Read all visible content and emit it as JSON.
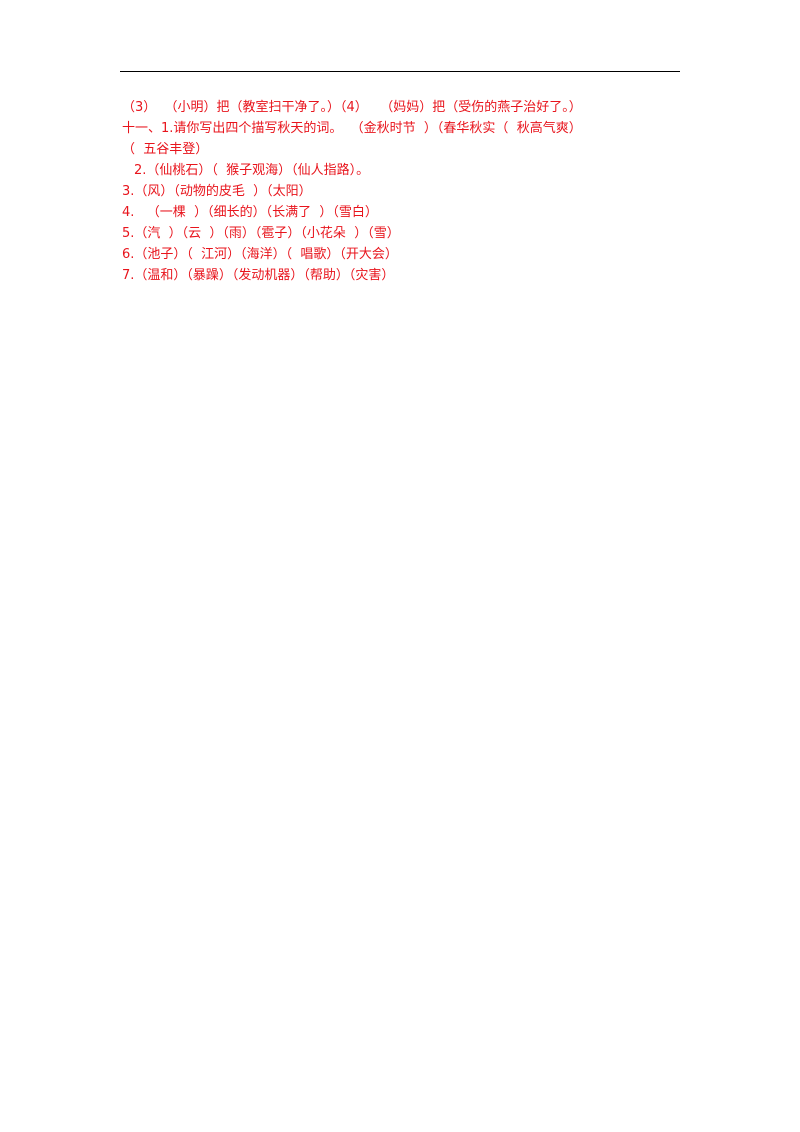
{
  "colors": {
    "answer_text": "#e8141c",
    "rule": "#000000",
    "background": "#ffffff"
  },
  "lines": [
    "（3）  （小明）把（教室扫干净了。）（4）   （妈妈）把（受伤的燕子治好了。）",
    "十一、1.请你写出四个描写秋天的词。  （金秋时节  ）（春华秋实（  秋高气爽）",
    "（  五谷丰登）",
    "2.（仙桃石）（  猴子观海）（仙人指路）。",
    "3.（风）（动物的皮毛  ）（太阳）",
    "4.   （一棵  ）（细长的）（长满了  ）（雪白）",
    "5.（汽  ）（云  ）（雨）（雹子）（小花朵  ）（雪）",
    "6.（池子）（  江河）（海洋）（  唱歌）（开大会）",
    "7.（温和）（暴躁）（发动机器）（帮助）（灾害）"
  ]
}
